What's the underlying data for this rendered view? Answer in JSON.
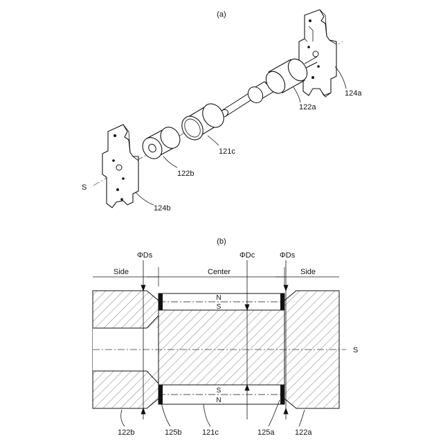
{
  "figure_a": {
    "caption": "(a)",
    "axis_label": "S",
    "parts": {
      "bracket_right": "124a",
      "magnet_right": "122a",
      "sleeve": "121c",
      "magnet_left": "122b",
      "bracket_left": "124b"
    }
  },
  "figure_b": {
    "caption": "(b)",
    "zones": {
      "left": "Side",
      "center": "Center",
      "right": "Side"
    },
    "dims": {
      "left": "ΦDs",
      "center": "ΦDc",
      "right": "ΦDs"
    },
    "axis_label": "S",
    "poles": {
      "top_outer": "N",
      "top_inner": "S",
      "bottom_inner": "S",
      "bottom_outer": "N"
    },
    "bottom_labels": [
      "122b",
      "125b",
      "121c",
      "125a",
      "122a"
    ]
  }
}
